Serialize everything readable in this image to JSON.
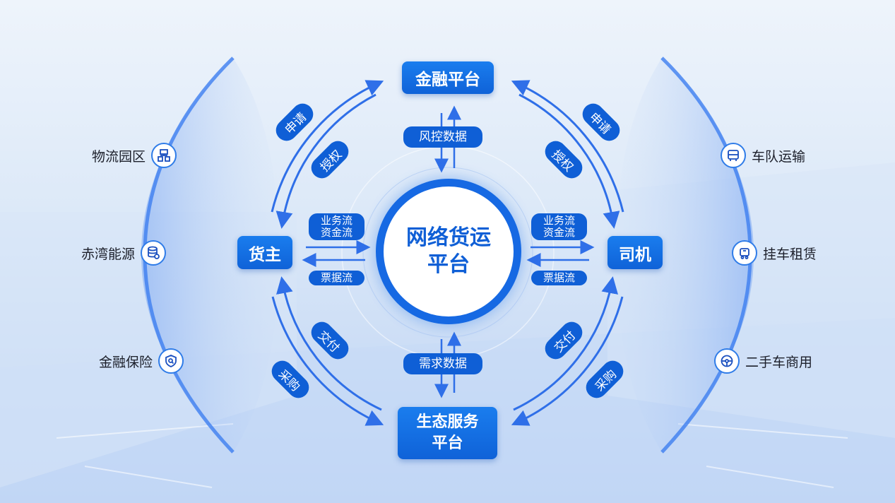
{
  "center": {
    "line1": "网络货运",
    "line2": "平台"
  },
  "top_box": "金融平台",
  "bottom_box": {
    "line1": "生态服务",
    "line2": "平台"
  },
  "left_node": "货主",
  "right_node": "司机",
  "flows": {
    "top_data": "风控数据",
    "bottom_data": "需求数据",
    "left_out": {
      "line1": "业务流",
      "line2": "资金流"
    },
    "left_in": "票据流",
    "right_out": {
      "line1": "业务流",
      "line2": "资金流"
    },
    "right_in": "票据流"
  },
  "arc_labels": {
    "upper_left_outer": "申请",
    "upper_left_inner": "授权",
    "upper_right_outer": "申请",
    "upper_right_inner": "授权",
    "lower_left_inner": "交付",
    "lower_left_outer": "采购",
    "lower_right_inner": "交付",
    "lower_right_outer": "采购"
  },
  "left_satellites": [
    {
      "label": "物流园区",
      "icon": "server-icon"
    },
    {
      "label": "赤湾能源",
      "icon": "database-icon"
    },
    {
      "label": "金融保险",
      "icon": "shield-search-icon"
    }
  ],
  "right_satellites": [
    {
      "label": "车队运输",
      "icon": "bus-icon"
    },
    {
      "label": "挂车租赁",
      "icon": "trailer-icon"
    },
    {
      "label": "二手车商用",
      "icon": "steering-wheel-icon"
    }
  ],
  "colors": {
    "primary": "#0f5fd6",
    "box": "#1a7dee",
    "arc": "#3b82f0",
    "text": "#1c1f2a"
  }
}
